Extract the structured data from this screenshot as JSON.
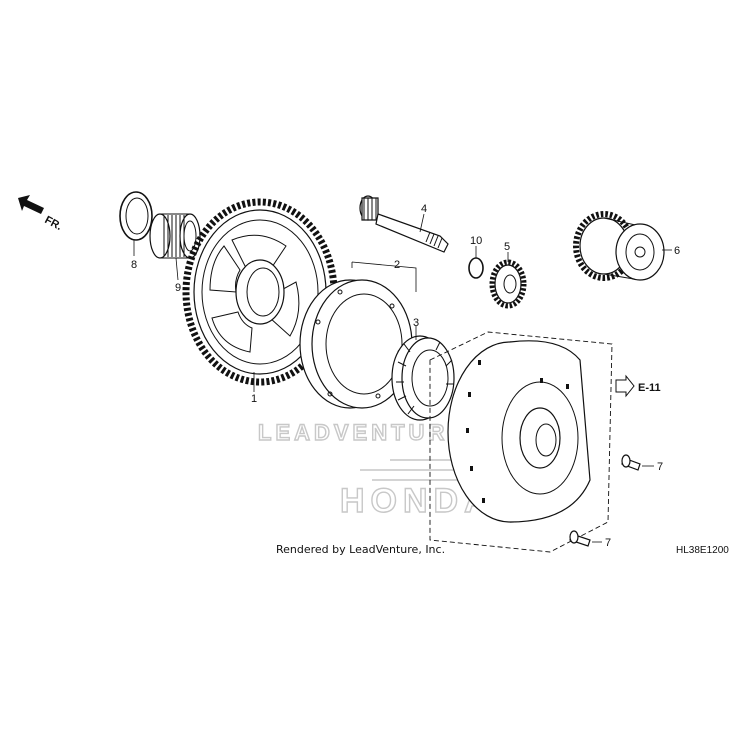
{
  "diagram": {
    "direction_label": "FR.",
    "reference_label": "E-11",
    "part_numbers": {
      "p1": "1",
      "p2": "2",
      "p3": "3",
      "p4": "4",
      "p5": "5",
      "p6": "6",
      "p7a": "7",
      "p7b": "7",
      "p8": "8",
      "p9": "9",
      "p10": "10"
    },
    "credit": "Rendered by LeadVenture, Inc.",
    "diagram_code": "HL38E1200",
    "watermark": {
      "top": "LEADVENTURE",
      "bottom": "HONDA"
    }
  }
}
